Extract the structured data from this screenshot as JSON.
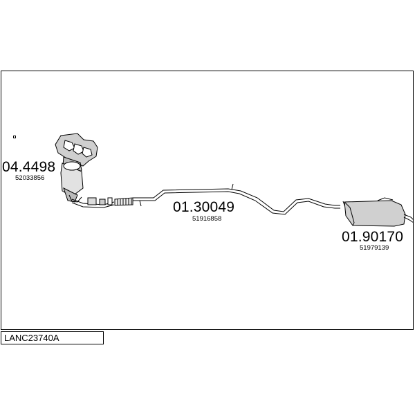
{
  "diagram_reference": "LANC23740A",
  "parts": [
    {
      "part_number": "04.4498",
      "oem_number": "52033856"
    },
    {
      "part_number": "01.30049",
      "oem_number": "51916858"
    },
    {
      "part_number": "01.90170",
      "oem_number": "51979139"
    }
  ],
  "colors": {
    "line": "#000000",
    "shade": "#9a9a9a",
    "fill": "#d8d8d8"
  }
}
